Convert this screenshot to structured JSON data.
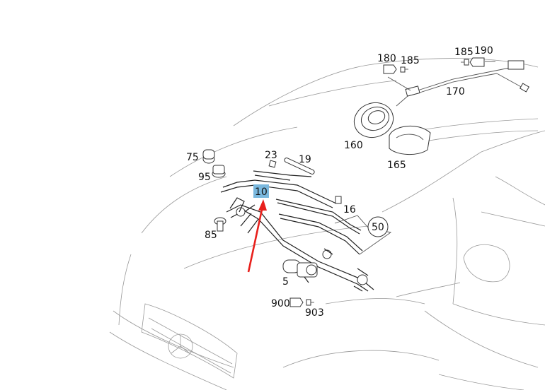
{
  "diagram": {
    "highlight_color": "#7ab8de",
    "arrow_color": "#e8201c",
    "highlighted_part": "10",
    "callouts": {
      "c10": "10",
      "c5": "5",
      "c16": "16",
      "c19": "19",
      "c23": "23",
      "c50": "50",
      "c75": "75",
      "c85": "85",
      "c95": "95",
      "c160": "160",
      "c165": "165",
      "c170": "170",
      "c180": "180",
      "c185a": "185",
      "c185b": "185",
      "c190": "190",
      "c900": "900",
      "c903": "903"
    }
  }
}
